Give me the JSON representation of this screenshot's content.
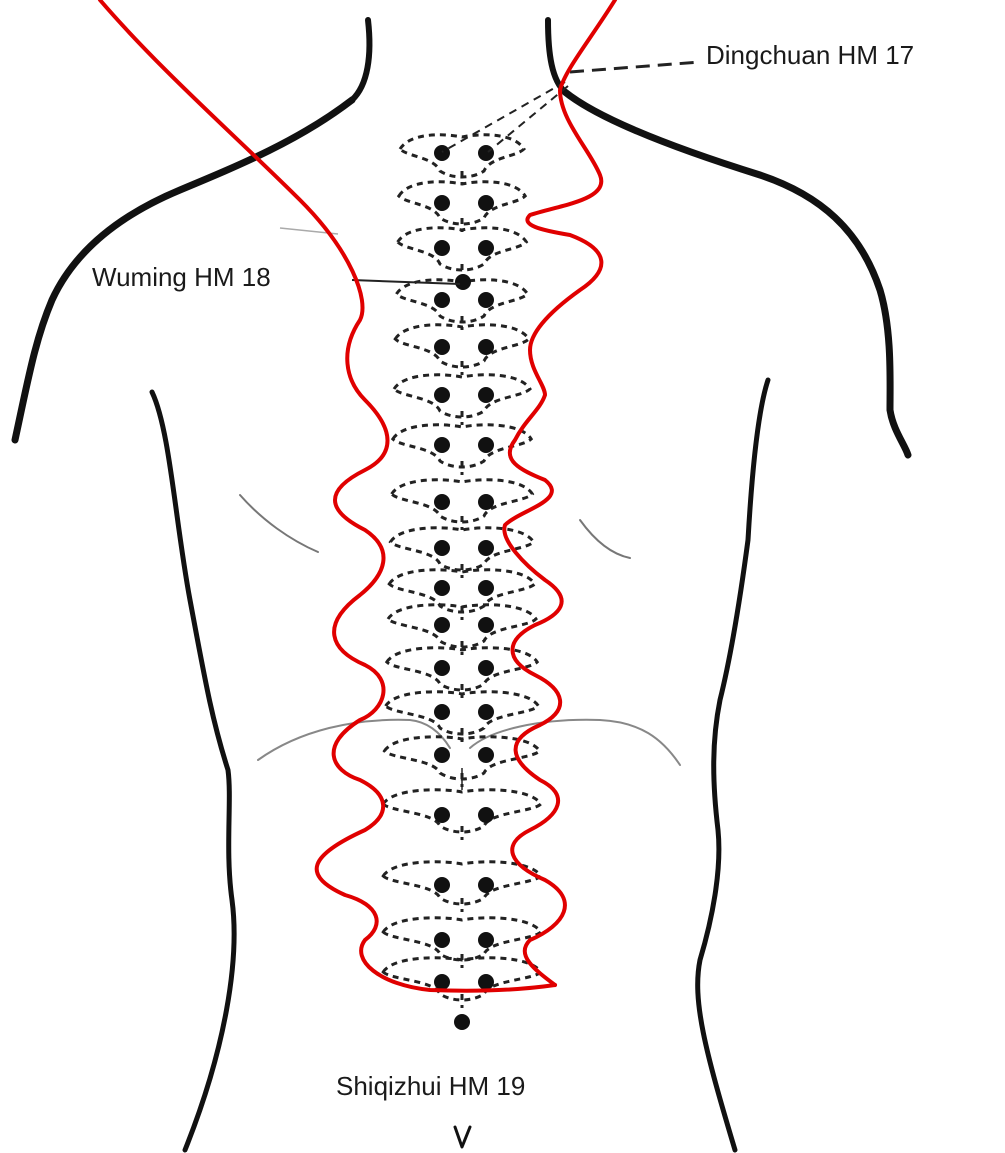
{
  "labels": {
    "dingchuan": "Dingchuan HM 17",
    "wuming": "Wuming HM 18",
    "shiqizhui": "Shiqizhui HM 19"
  },
  "colors": {
    "ink": "#111111",
    "point": "#111111",
    "overlay": "#e00000",
    "background": "#ffffff"
  }
}
